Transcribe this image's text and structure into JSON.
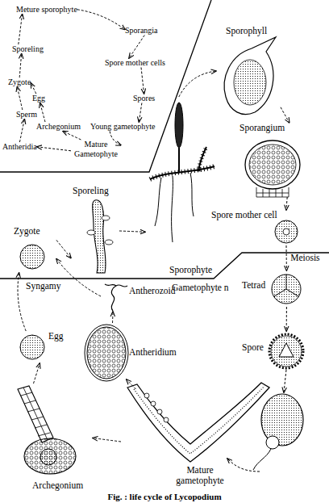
{
  "diagram": {
    "caption": "Fig. : life cycle of Lycopodium",
    "nodes": [
      {
        "text": [
          "Meture sporophyte"
        ]
      },
      {
        "text": [
          "Sporangia"
        ]
      },
      {
        "text": [
          "Sporeling"
        ]
      },
      {
        "text": [
          "Spore mother cells"
        ]
      },
      {
        "text": [
          "Zygote"
        ]
      },
      {
        "text": [
          "Egg"
        ]
      },
      {
        "text": [
          "Spores"
        ]
      },
      {
        "text": [
          "Sperm"
        ]
      },
      {
        "text": [
          "Archegonium"
        ]
      },
      {
        "text": [
          "Young gametophyte"
        ]
      },
      {
        "text": [
          "Antheridia"
        ]
      },
      {
        "text": [
          "Mature Gametophyte"
        ]
      },
      {
        "text": [
          "Sporophyll"
        ]
      },
      {
        "text": [
          "Sporangium"
        ]
      },
      {
        "text": [
          "Spore mother cell"
        ]
      },
      {
        "text": [
          "Sporeling"
        ]
      },
      {
        "text": [
          "Sporophyte"
        ]
      },
      {
        "text": [
          "Zygote"
        ]
      },
      {
        "text": [
          "Tetrad"
        ]
      },
      {
        "text": [
          "Antherozoid"
        ]
      },
      {
        "text": [
          "Egg"
        ]
      },
      {
        "text": [
          "Spore"
        ]
      },
      {
        "text": [
          "Antheridium"
        ]
      },
      {
        "text": [
          "Mature gametophyte"
        ]
      },
      {
        "text": [
          "Archegonium"
        ]
      }
    ],
    "edges": [
      {
        "from": 0,
        "to": 1,
        "arrow": "to"
      },
      {
        "from": 1,
        "to": 3,
        "arrow": "to"
      },
      {
        "from": 3,
        "to": 6,
        "arrow": "to"
      },
      {
        "from": 6,
        "to": 9,
        "arrow": "to"
      },
      {
        "from": 9,
        "to": 11,
        "arrow": "to"
      },
      {
        "from": 11,
        "to": 10,
        "arrow": "to"
      },
      {
        "from": 11,
        "to": 8,
        "arrow": "to"
      },
      {
        "from": 10,
        "to": 7,
        "arrow": "to"
      },
      {
        "from": 8,
        "to": 5,
        "arrow": "to"
      },
      {
        "from": 7,
        "to": 4,
        "arrow": "to"
      },
      {
        "from": 5,
        "to": 4,
        "arrow": "to"
      },
      {
        "from": 4,
        "to": 2,
        "arrow": "to"
      },
      {
        "from": 2,
        "to": 0,
        "arrow": "to"
      },
      {
        "from": 16,
        "to": 12,
        "arrow": "to"
      },
      {
        "from": 12,
        "to": 13,
        "arrow": "to"
      },
      {
        "from": 13,
        "to": 14,
        "arrow": "to"
      },
      {
        "from": 14,
        "to": 18,
        "arrow": "to",
        "label": "Meiosis"
      },
      {
        "from": 18,
        "to": 21,
        "arrow": "to"
      },
      {
        "from": 23,
        "to": 22,
        "arrow": "to"
      },
      {
        "from": 23,
        "to": 24,
        "arrow": "to"
      },
      {
        "from": 22,
        "to": 19,
        "arrow": "to"
      },
      {
        "from": 24,
        "to": 20,
        "arrow": "to"
      },
      {
        "from": 20,
        "to": 17,
        "arrow": "to"
      },
      {
        "from": 19,
        "to": 17,
        "arrow": "to"
      },
      {
        "from": 17,
        "to": 15,
        "arrow": "to"
      },
      {
        "from": 15,
        "to": 16,
        "arrow": "to"
      }
    ],
    "labels": [
      "Syngamy",
      "Gametophyte n"
    ]
  }
}
